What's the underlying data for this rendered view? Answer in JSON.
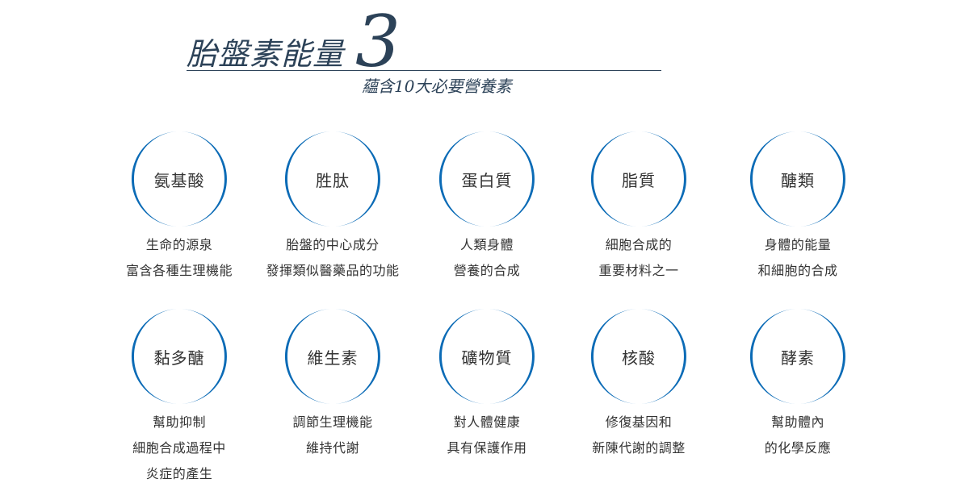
{
  "header": {
    "title": "胎盤素能量",
    "title_number": "3",
    "subtitle": "蘊含10大必要營養素"
  },
  "ring_color": "#0b6bb6",
  "rows": [
    [
      {
        "name": "氨基酸",
        "lines": [
          "生命的源泉",
          "富含各種生理機能"
        ]
      },
      {
        "name": "胜肽",
        "lines": [
          "胎盤的中心成分",
          "發揮類似醫藥品的功能"
        ]
      },
      {
        "name": "蛋白質",
        "lines": [
          "人類身體",
          "營養的合成"
        ]
      },
      {
        "name": "脂質",
        "lines": [
          "細胞合成的",
          "重要材料之一"
        ]
      },
      {
        "name": "醣類",
        "lines": [
          "身體的能量",
          "和細胞的合成"
        ]
      }
    ],
    [
      {
        "name": "黏多醣",
        "lines": [
          "幫助抑制",
          "細胞合成過程中",
          "炎症的產生"
        ]
      },
      {
        "name": "維生素",
        "lines": [
          "調節生理機能",
          "維持代謝"
        ]
      },
      {
        "name": "礦物質",
        "lines": [
          "對人體健康",
          "具有保護作用"
        ]
      },
      {
        "name": "核酸",
        "lines": [
          "修復基因和",
          "新陳代謝的調整"
        ]
      },
      {
        "name": "酵素",
        "lines": [
          "幫助體內",
          "的化學反應"
        ]
      }
    ]
  ]
}
